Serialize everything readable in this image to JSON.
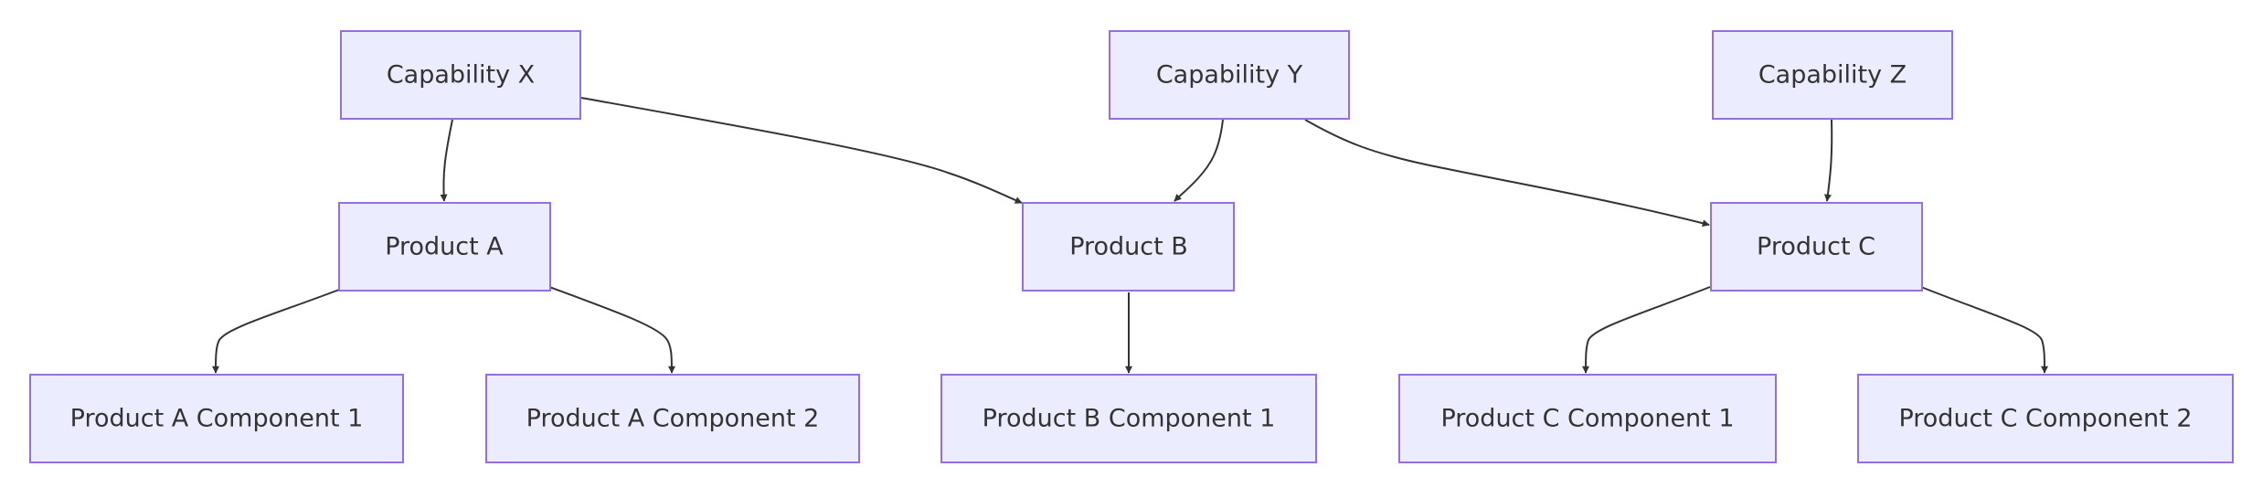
{
  "diagram": {
    "nodes": {
      "cap_x": "Capability X",
      "cap_y": "Capability Y",
      "cap_z": "Capability Z",
      "prod_a": "Product A",
      "prod_b": "Product B",
      "prod_c": "Product C",
      "a_c1": "Product A Component 1",
      "a_c2": "Product A Component 2",
      "b_c1": "Product B Component 1",
      "c_c1": "Product C Component 1",
      "c_c2": "Product C Component 2"
    },
    "edges": [
      [
        "cap_x",
        "prod_a"
      ],
      [
        "cap_x",
        "prod_b"
      ],
      [
        "cap_y",
        "prod_b"
      ],
      [
        "cap_y",
        "prod_c"
      ],
      [
        "cap_z",
        "prod_c"
      ],
      [
        "prod_a",
        "a_c1"
      ],
      [
        "prod_a",
        "a_c2"
      ],
      [
        "prod_b",
        "b_c1"
      ],
      [
        "prod_c",
        "c_c1"
      ],
      [
        "prod_c",
        "c_c2"
      ]
    ],
    "colors": {
      "node_fill": "#ECECFF",
      "node_border": "#9370DB",
      "edge": "#333333",
      "text": "#333333"
    }
  }
}
